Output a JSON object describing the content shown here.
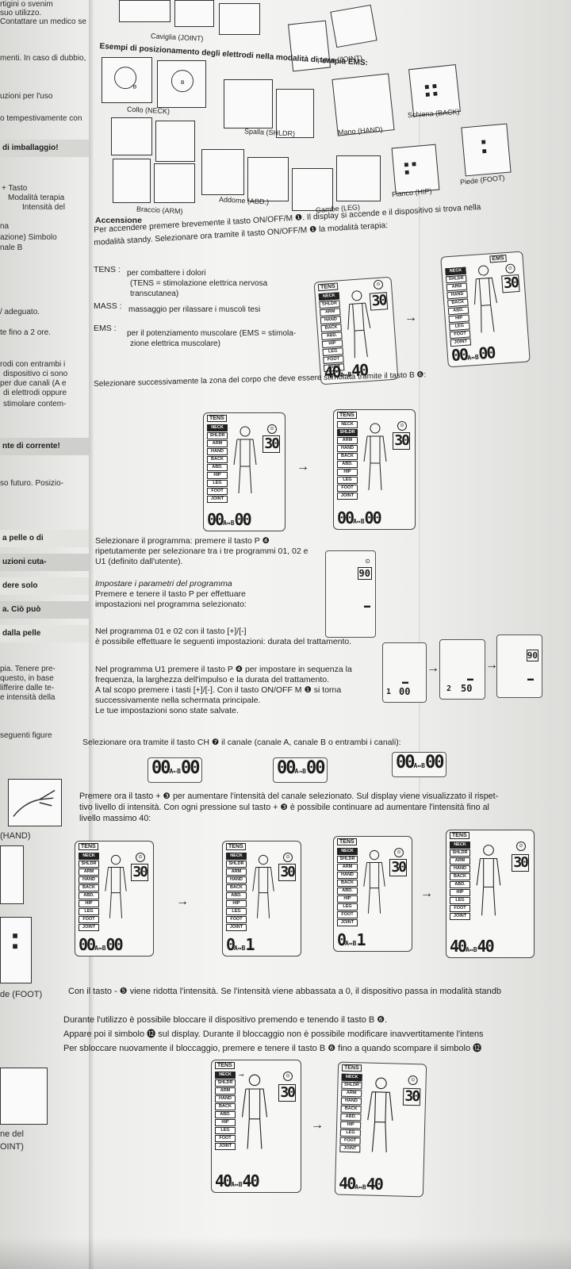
{
  "left_column": {
    "lines": [
      "rtigini o svenim",
      "suo utilizzo.",
      "Contattare un medico se",
      "menti. In caso di dubbio,",
      "uzioni per l'uso",
      "o tempestivamente con",
      "+ Tasto",
      "Modalità terapia",
      "Intensità del",
      "na",
      "azione) Simbolo",
      "nale B",
      "/ adeguato.",
      "te fino a 2 ore.",
      "rodi con entrambi i",
      "dispositivo ci sono",
      "per due canali (A e",
      "di elettrodi oppure",
      "stimolare contem-",
      "so futuro. Posizio-",
      "pia. Tenere pre-",
      "questo, in base",
      "lifferire dalle te-",
      "e intensità della",
      "seguenti figure",
      "(HAND)",
      "de (FOOT)",
      "ne del",
      "OINT)"
    ],
    "bars": [
      "di imballaggio!",
      "nte di corrente!",
      "a pelle o di",
      "uzioni cuta-",
      "dere solo",
      "a. Ciò può",
      "dalla pelle"
    ]
  },
  "captions": {
    "ankle": "Caviglia (JOINT)",
    "wrist": "Polso (JOINT)",
    "neck": "Collo (NECK)",
    "shoulder": "Spalla (SHLDR)",
    "hand": "Mano (HAND)",
    "back": "Schiena (BACK)",
    "arm": "Braccio (ARM)",
    "abdomen": "Addome (ABD.)",
    "legs": "Gambe (LEG)",
    "hip": "Fianco (HIP)",
    "foot": "Piede (FOOT)"
  },
  "ems_heading": "Esempi di posizionamento degli elettrodi nella modalità di terapia EMS:",
  "power_on": {
    "heading": "Accensione",
    "line1": "Per accendere premere brevemente il tasto ON/OFF/M ❶. Il display si accende e il dispositivo si trova nella",
    "line2": "modalità standy. Selezionare ora tramite il tasto ON/OFF/M ❶ la modalità terapia:"
  },
  "modes": {
    "tens_label": "TENS :",
    "tens_text1": "per combattere i dolori",
    "tens_text2": "(TENS = stimolazione elettrica nervosa",
    "tens_text3": "transcutanea)",
    "mass_label": "MASS :",
    "mass_text": "massaggio per rilassare i muscoli tesi",
    "ems_label": "EMS :",
    "ems_text1": "per il potenziamento muscolare (EMS = stimola-",
    "ems_text2": "zione elettrica muscolare)"
  },
  "zone_select": "Selezionare successivamente la zona del corpo che deve essere stimolata tramite il tasto B ❻:",
  "program": {
    "line1": "Selezionare il programma: premere il tasto P ❹",
    "line2": "ripetutamente per selezionare tra i tre programmi 01, 02 e",
    "line3": "U1 (definito dall'utente).",
    "param1": "Impostare i parametri del programma",
    "param2": "Premere e tenere il tasto P per effettuare",
    "param3": "impostazioni nel programma selezionato:",
    "p0102a": "Nel programma 01 e 02 con il tasto [+]/[-]",
    "p0102b": "è possibile effettuare le seguenti impostazioni: durata del trattamento.",
    "u1a": "Nel programma U1 premere il tasto P ❹ per impostare in sequenza la",
    "u1b": "frequenza, la larghezza dell'impulso e la durata del trattamento.",
    "u1c": "A tal scopo premere i tasti [+]/[-]. Con il tasto ON/OFF M ❶ si torna",
    "u1d": "successivamente nella schermata principale.",
    "u1e": "Le tue impostazioni sono state salvate."
  },
  "channel_select": "Selezionare ora tramite il tasto CH ❼ il canale (canale A, canale B o entrambi i canali):",
  "intensity": {
    "line1": "Premere ora il tasto + ❸ per aumentare l'intensità del canale selezionato. Sul display viene visualizzato il rispet-",
    "line2": "tivo livello di intensità. Con ogni pressione sul tasto + ❸ è possibile continuare ad aumentare l'intensità fino al",
    "line3": "livello massimo 40:"
  },
  "decrease": "Con il tasto - ❺ viene ridotta l'intensità. Se l'intensità viene abbassata a 0, il dispositivo passa in modalità standb",
  "lock": {
    "line1": "Durante l'utilizzo è possibile bloccare il dispositivo premendo e tenendo il tasto B ❻.",
    "line2": "Appare poi il simbolo ⓬ sul display. Durante il bloccaggio non è possibile modificare inavvertitamente l'intens",
    "line3": "Per sbloccare nuovamente il bloccaggio, premere e tenere il tasto B ❻ fino a quando scompare il simbolo ⓬"
  },
  "lcd": {
    "mode_tens": "TENS",
    "mode_ems": "EMS",
    "zones": [
      "NECK",
      "SHLDR",
      "ARM",
      "HAND",
      "BACK",
      "ABD.",
      "HIP",
      "LEG",
      "FOOT",
      "JOINT"
    ],
    "timer": "30",
    "ab": "A↔B",
    "v40": "40",
    "v00": "00",
    "v0": "0",
    "v1": "1",
    "clock": "⊙"
  },
  "mini": {
    "v90": "90",
    "v1": "1",
    "v00": "00",
    "v2": "2",
    "v50": "50"
  },
  "arrow": "→"
}
